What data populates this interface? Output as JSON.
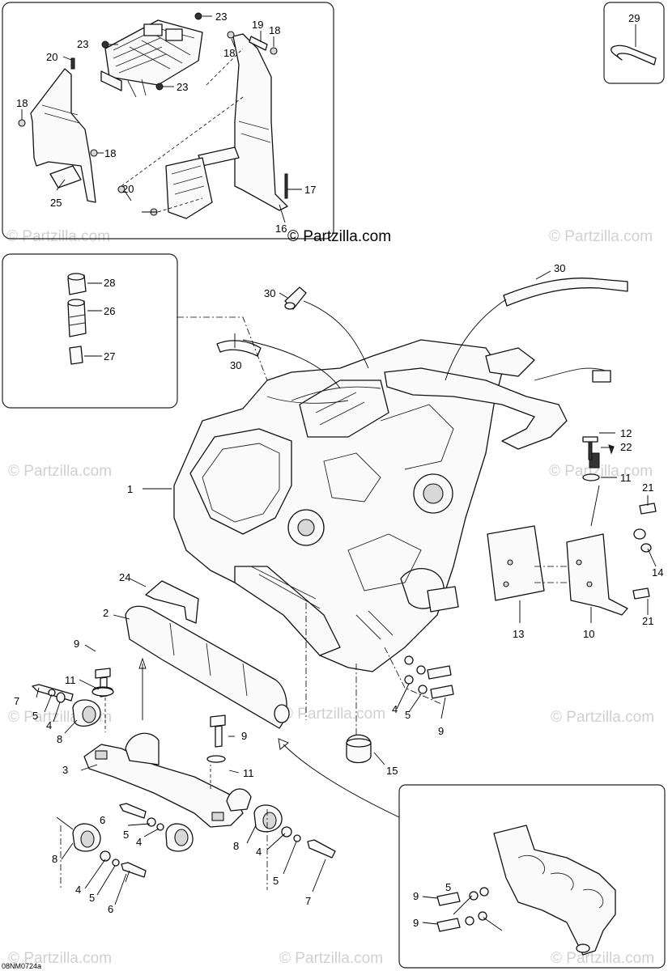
{
  "diagram": {
    "reference_code": "08NM0724a",
    "watermark": "© Partzilla.com",
    "brand_label": "© Partzilla.com",
    "callouts": {
      "c1": "1",
      "c2": "2",
      "c3": "3",
      "c4a": "4",
      "c4b": "4",
      "c4c": "4",
      "c4d": "4",
      "c4e": "4",
      "c5a": "5",
      "c5b": "5",
      "c5c": "5",
      "c5d": "5",
      "c5e": "5",
      "c5f": "5",
      "c6a": "6",
      "c6b": "6",
      "c7a": "7",
      "c7b": "7",
      "c8a": "8",
      "c8b": "8",
      "c8c": "8",
      "c9a": "9",
      "c9b": "9",
      "c9c": "9",
      "c9d": "9",
      "c9e": "9",
      "c10": "10",
      "c11a": "11",
      "c11b": "11",
      "c11c": "11",
      "c12": "12",
      "c13": "13",
      "c14": "14",
      "c15": "15",
      "c16": "16",
      "c17": "17",
      "c18a": "18",
      "c18b": "18",
      "c18c": "18",
      "c18d": "18",
      "c19": "19",
      "c20a": "20",
      "c20b": "20",
      "c21a": "21",
      "c21b": "21",
      "c22": "22",
      "c23a": "23",
      "c23b": "23",
      "c23c": "23",
      "c24": "24",
      "c25": "25",
      "c26": "26",
      "c27": "27",
      "c28": "28",
      "c29": "29",
      "c30a": "30",
      "c30b": "30",
      "c30c": "30"
    }
  }
}
